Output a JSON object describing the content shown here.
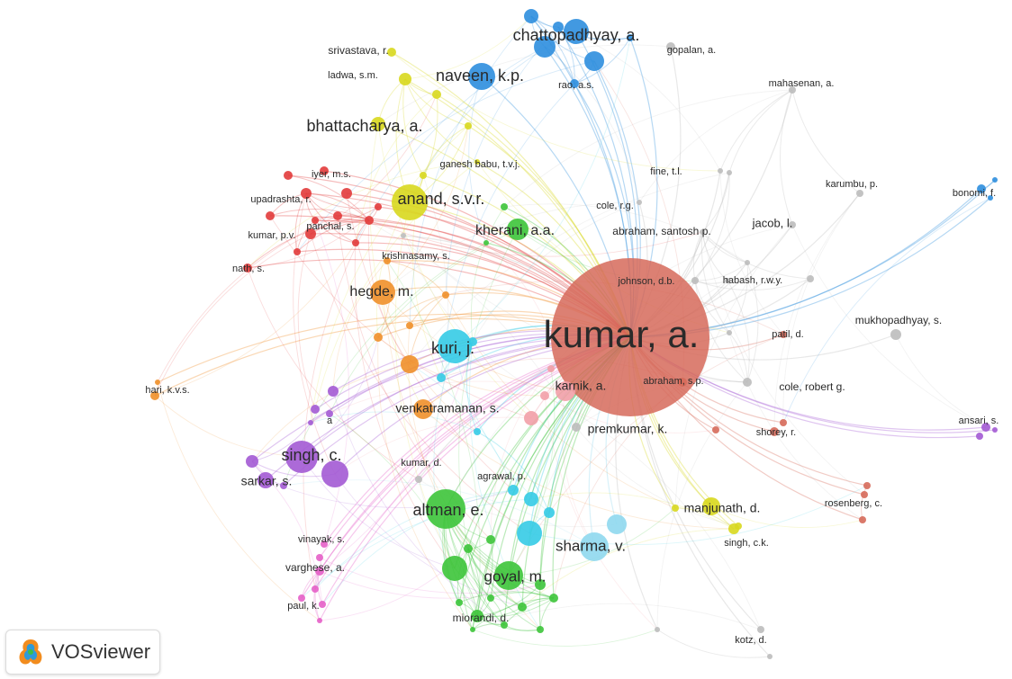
{
  "app": {
    "logo_text": "VOSviewer"
  },
  "colors": {
    "red": "#e23b3b",
    "yellow": "#d8d81e",
    "blue": "#2e8ede",
    "green": "#3dc43a",
    "cyan": "#35cbe6",
    "orange": "#f0902a",
    "purple": "#a35ad4",
    "pink": "#e55fc8",
    "salmon": "#d66a5a",
    "rose": "#f2a0a8",
    "grey": "#bdbdbd",
    "lightblue": "#8fd8ee"
  },
  "nodes": [
    {
      "label": "kumar, a.",
      "color": "salmon"
    },
    {
      "label": "chattopadhyay, a.",
      "color": "blue"
    },
    {
      "label": "naveen, k.p.",
      "color": "blue"
    },
    {
      "label": "rao, a.s.",
      "color": "blue"
    },
    {
      "label": "gopalan, a.",
      "color": "grey"
    },
    {
      "label": "srivastava, r.",
      "color": "yellow"
    },
    {
      "label": "ladwa, s.m.",
      "color": "yellow"
    },
    {
      "label": "bhattacharya, a.",
      "color": "yellow"
    },
    {
      "label": "ganesh babu, t.v.j.",
      "color": "yellow"
    },
    {
      "label": "anand, s.v.r.",
      "color": "yellow"
    },
    {
      "label": "iyer, m.s.",
      "color": "red"
    },
    {
      "label": "upadrashta, r.",
      "color": "red"
    },
    {
      "label": "panchal, s.",
      "color": "red"
    },
    {
      "label": "kumar, p.v.",
      "color": "red"
    },
    {
      "label": "nath, s.",
      "color": "red"
    },
    {
      "label": "mahasenan, a.",
      "color": "grey"
    },
    {
      "label": "fine, t.l.",
      "color": "grey"
    },
    {
      "label": "karumbu, p.",
      "color": "grey"
    },
    {
      "label": "bonomi, f.",
      "color": "blue"
    },
    {
      "label": "cole, r.g.",
      "color": "grey"
    },
    {
      "label": "jacob, l.",
      "color": "grey"
    },
    {
      "label": "abraham, santosh p.",
      "color": "grey"
    },
    {
      "label": "kherani, a.a.",
      "color": "green"
    },
    {
      "label": "krishnasamy, s.",
      "color": "grey"
    },
    {
      "label": "johnson, d.b.",
      "color": "grey"
    },
    {
      "label": "habash, r.w.y.",
      "color": "grey"
    },
    {
      "label": "hegde, m.",
      "color": "orange"
    },
    {
      "label": "mukhopadhyay, s.",
      "color": "grey"
    },
    {
      "label": "patil, d.",
      "color": "salmon"
    },
    {
      "label": "kuri, j.",
      "color": "cyan"
    },
    {
      "label": "hari, k.v.s.",
      "color": "orange"
    },
    {
      "label": "karnik, a.",
      "color": "rose"
    },
    {
      "label": "abraham, s.p.",
      "color": "salmon"
    },
    {
      "label": "cole, robert g.",
      "color": "grey"
    },
    {
      "label": "venkatramanan, s.",
      "color": "orange"
    },
    {
      "label": "ansari, s.",
      "color": "purple"
    },
    {
      "label": "premkumar, k.",
      "color": "grey"
    },
    {
      "label": "shorey, r.",
      "color": "salmon"
    },
    {
      "label": "singh, c.",
      "color": "purple"
    },
    {
      "label": "kumar, d.",
      "color": "grey"
    },
    {
      "label": "sarkar, s.",
      "color": "purple"
    },
    {
      "label": "agrawal, p.",
      "color": "cyan"
    },
    {
      "label": "altman, e.",
      "color": "green"
    },
    {
      "label": "manjunath, d.",
      "color": "yellow"
    },
    {
      "label": "rosenberg, c.",
      "color": "salmon"
    },
    {
      "label": "singh, c.k.",
      "color": "yellow"
    },
    {
      "label": "vinayak, s.",
      "color": "pink"
    },
    {
      "label": "sharma, v.",
      "color": "lightblue"
    },
    {
      "label": "varghese, a.",
      "color": "pink"
    },
    {
      "label": "goyal, m.",
      "color": "green"
    },
    {
      "label": "paul, k.",
      "color": "pink"
    },
    {
      "label": "miorandi, d.",
      "color": "green"
    },
    {
      "label": "kotz, d.",
      "color": "grey"
    },
    {
      "label": "a",
      "color": "purple"
    }
  ]
}
